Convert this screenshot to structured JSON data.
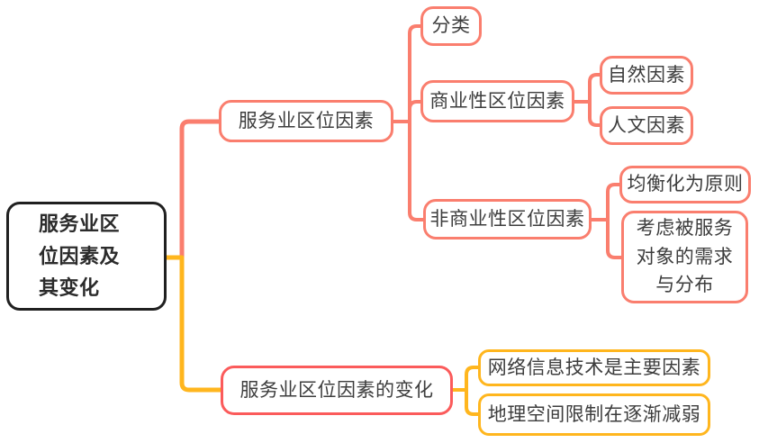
{
  "colors": {
    "salmon": "#FA7E6E",
    "bright_red": "#FB5B5B",
    "amber": "#FFB61E",
    "root_border": "#202020",
    "text": "#3D3D3D"
  },
  "mindmap": {
    "root": {
      "label": "服务业区\n位因素及\n其变化"
    },
    "branch1": {
      "label": "服务业区位因素",
      "children": {
        "classification": {
          "label": "分类"
        },
        "commercial": {
          "label": "商业性区位因素",
          "children": {
            "natural": {
              "label": "自然因素"
            },
            "human": {
              "label": "人文因素"
            }
          }
        },
        "noncommercial": {
          "label": "非商业性区位因素",
          "children": {
            "balance": {
              "label": "均衡化为原则"
            },
            "demand": {
              "label": "考虑被服务\n对象的需求\n与分布"
            }
          }
        }
      }
    },
    "branch2": {
      "label": "服务业区位因素的变化",
      "children": {
        "network": {
          "label": "网络信息技术是主要因素"
        },
        "space": {
          "label": "地理空间限制在逐渐减弱"
        }
      }
    }
  }
}
